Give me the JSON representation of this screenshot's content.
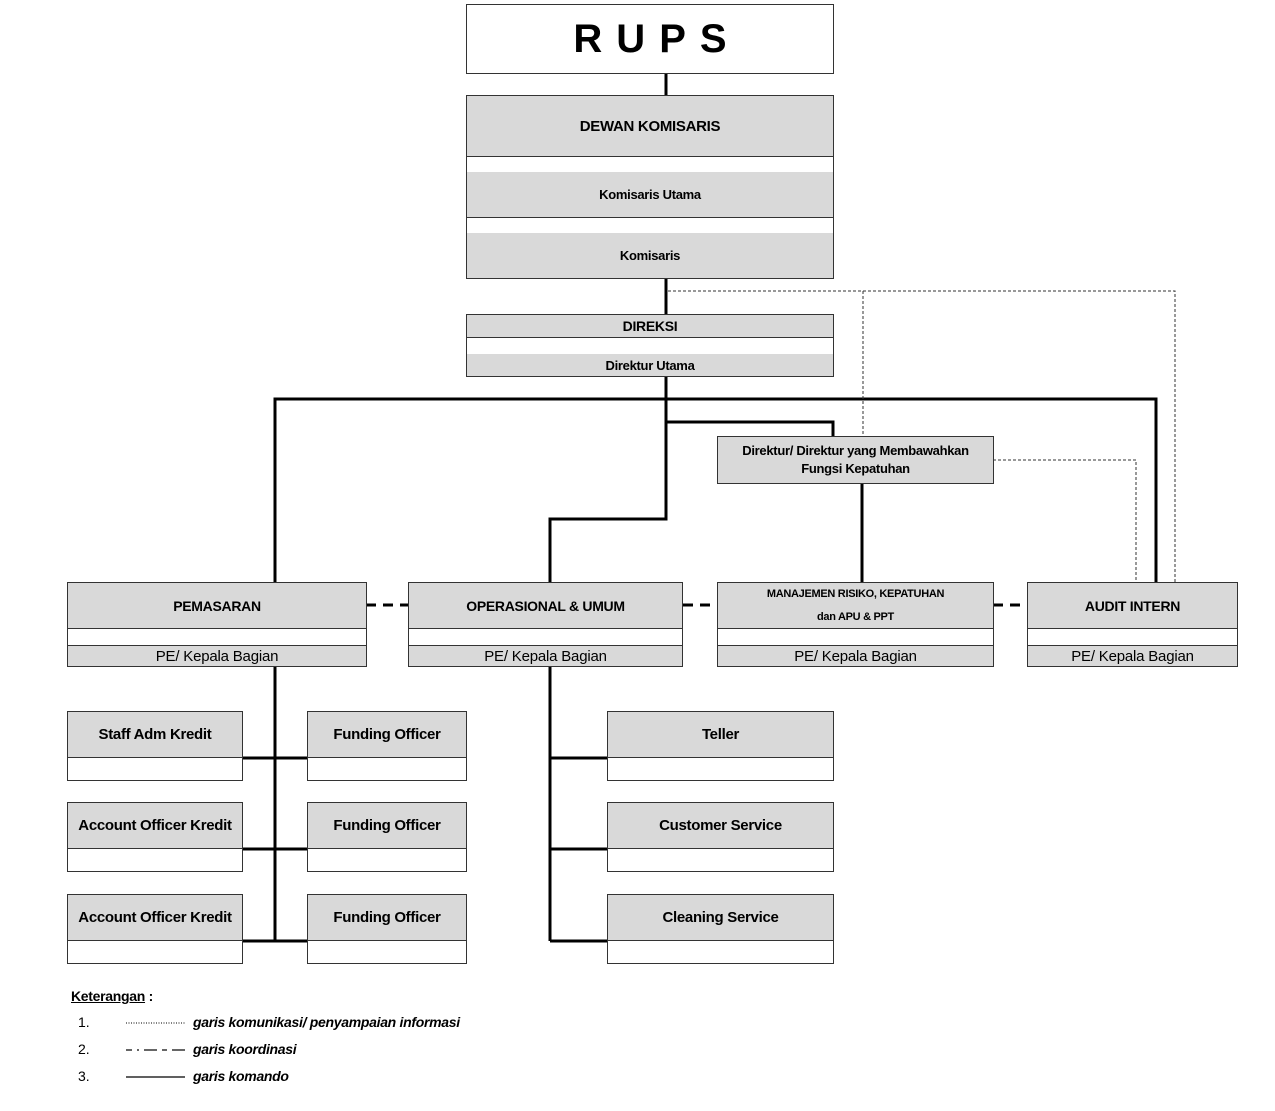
{
  "rups": "RUPS",
  "dewan": {
    "title": "DEWAN KOMISARIS",
    "items": [
      "Komisaris Utama",
      "Komisaris"
    ]
  },
  "direksi": {
    "title": "DIREKSI",
    "item": "Direktur Utama"
  },
  "kepatuhan_director": "Direktur/ Direktur yang Membawahkan Fungsi Kepatuhan",
  "divisions": {
    "pemasaran": {
      "title": "PEMASARAN",
      "sub": "PE/ Kepala Bagian"
    },
    "operasional": {
      "title": "OPERASIONAL & UMUM",
      "sub": "PE/ Kepala Bagian"
    },
    "manajemen": {
      "title_line1": "MANAJEMEN RISIKO, KEPATUHAN",
      "title_line2": "dan APU & PPT",
      "sub": "PE/ Kepala Bagian"
    },
    "audit": {
      "title": "AUDIT INTERN",
      "sub": "PE/ Kepala Bagian"
    }
  },
  "staff": {
    "left": [
      "Staff Adm Kredit",
      "Account Officer Kredit",
      "Account Officer Kredit"
    ],
    "middle": [
      "Funding Officer",
      "Funding Officer",
      "Funding Officer"
    ],
    "right": [
      "Teller",
      "Customer Service",
      "Cleaning Service"
    ]
  },
  "legend": {
    "title": "Keterangan",
    "colon": " :",
    "items": [
      {
        "num": "1.",
        "text": "garis komunikasi/ penyampaian informasi",
        "line": "dotted"
      },
      {
        "num": "2.",
        "text": "garis koordinasi",
        "line": "dashdot"
      },
      {
        "num": "3.",
        "text": "garis komando",
        "line": "solid"
      }
    ]
  },
  "colors": {
    "band": "#d9d9d9",
    "border": "#333333",
    "line": "#000000"
  }
}
